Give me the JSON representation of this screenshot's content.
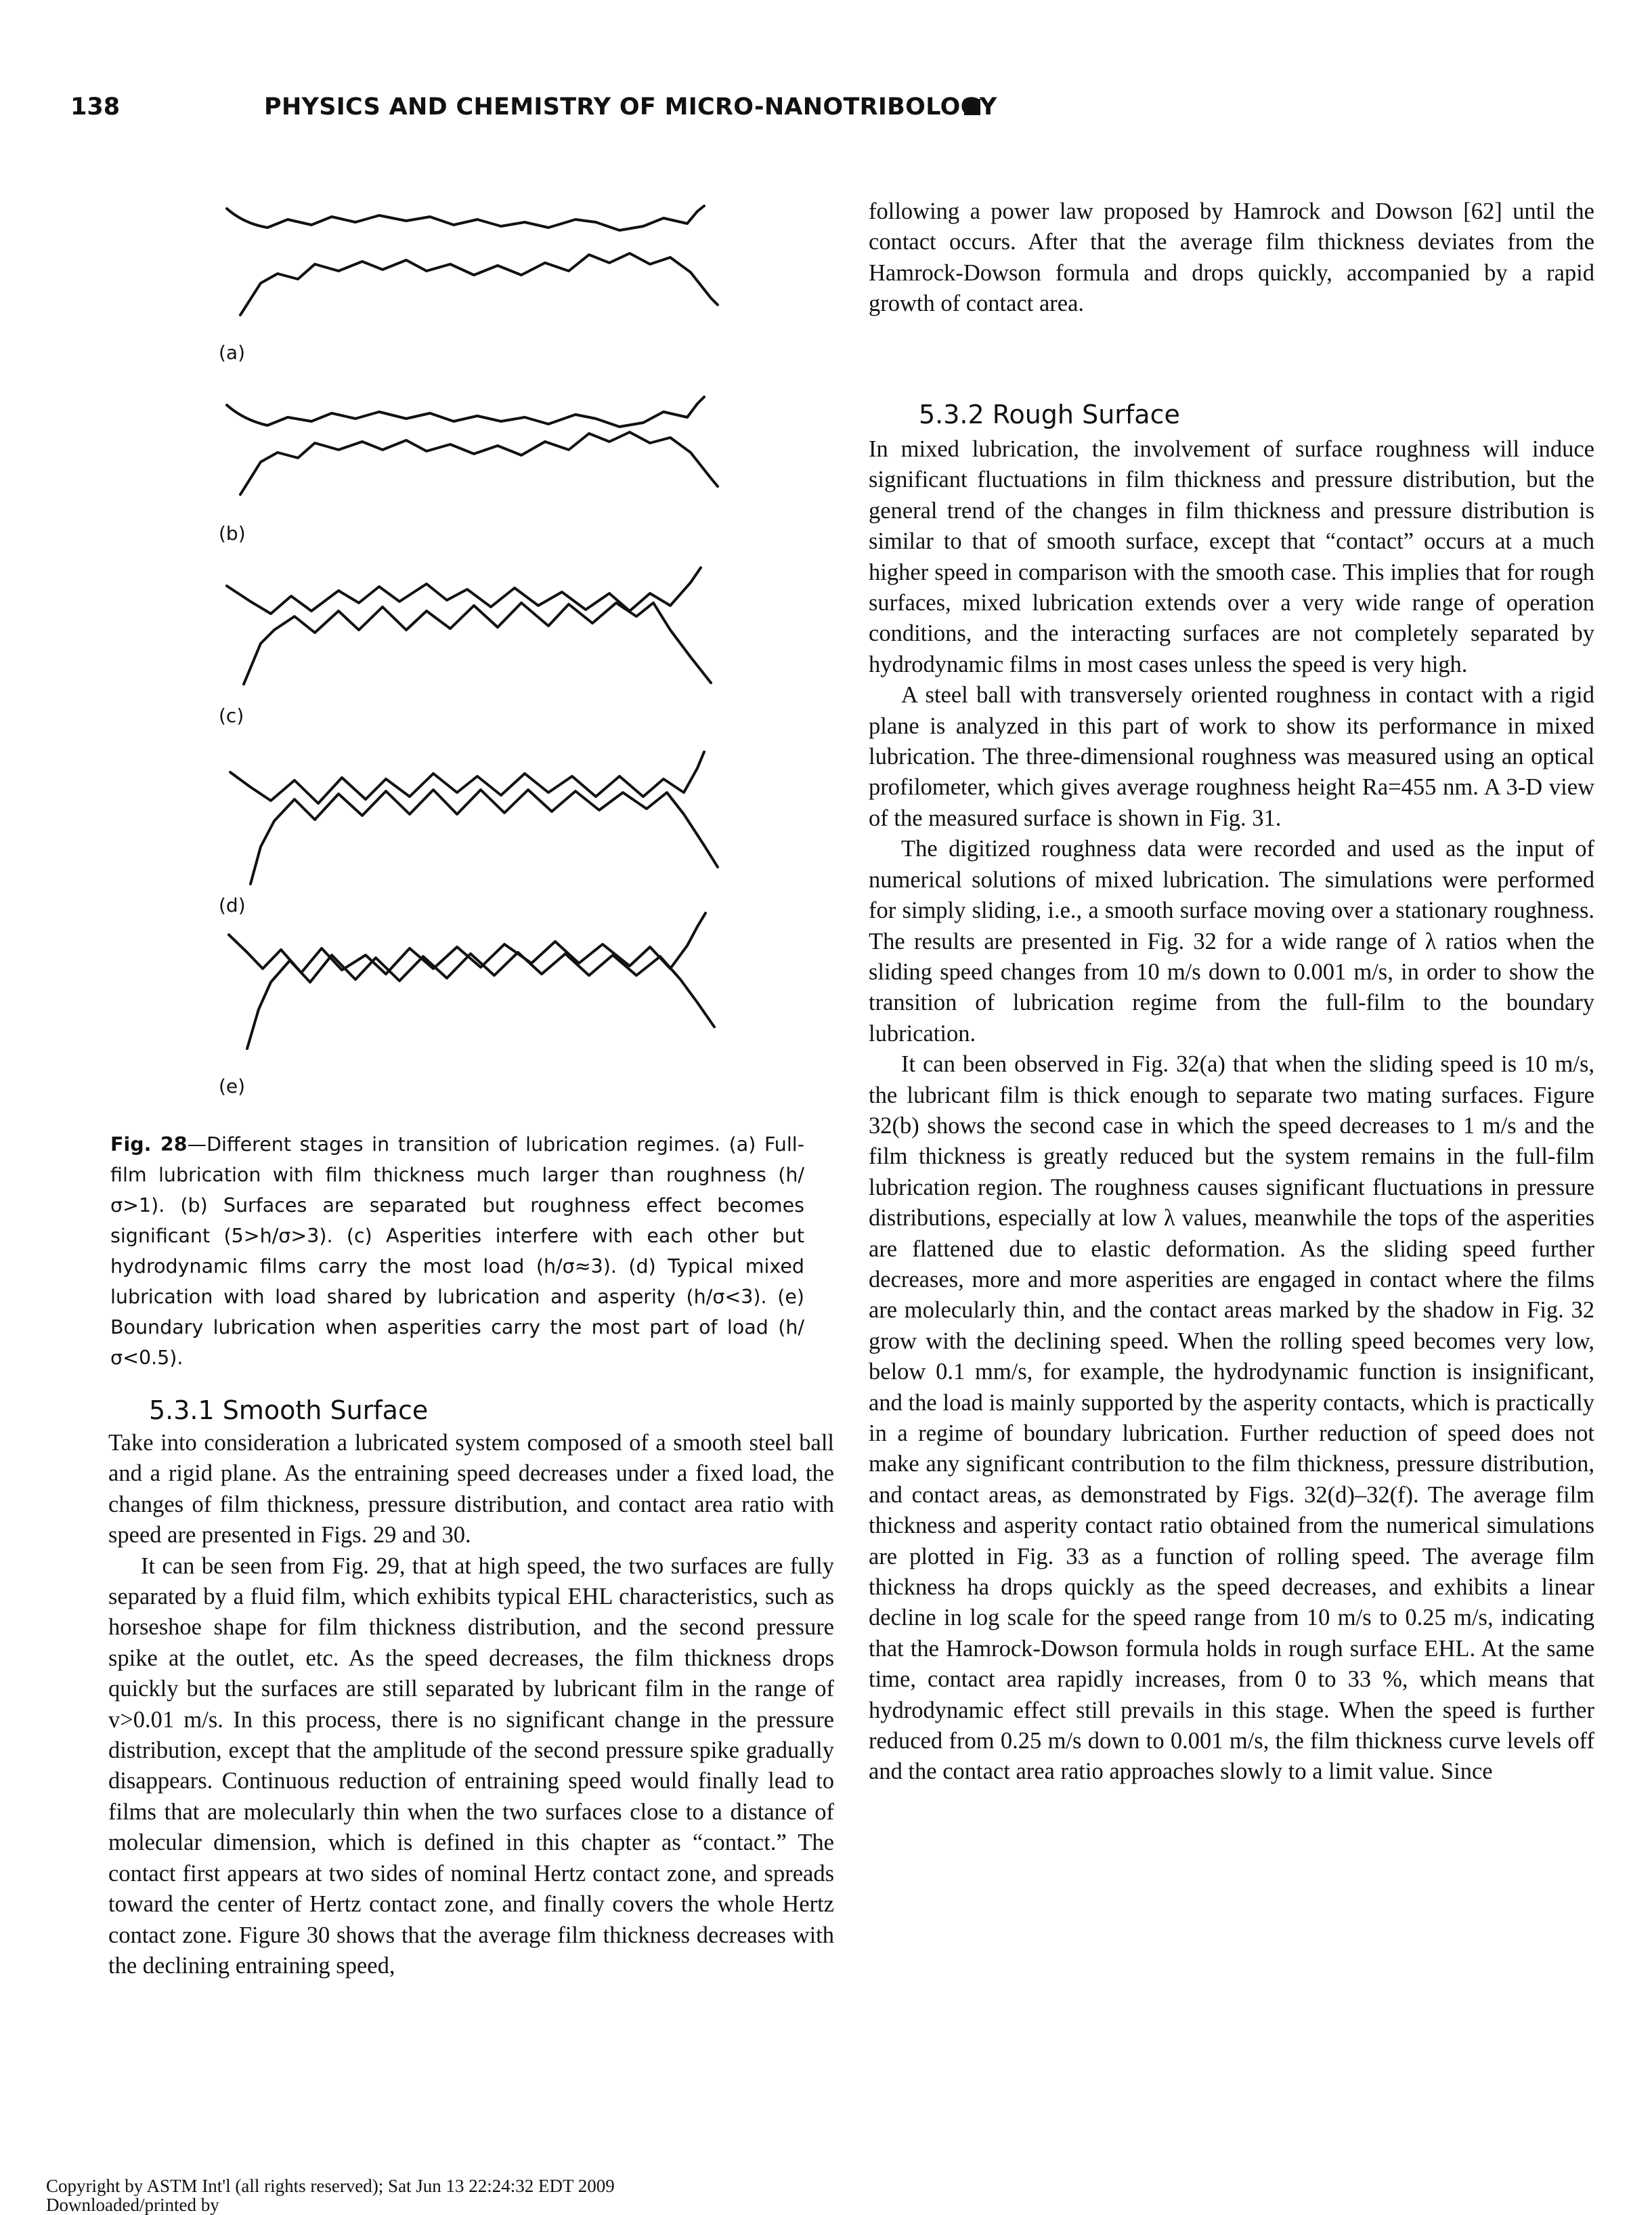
{
  "header": {
    "page_number": "138",
    "running_title": "PHYSICS AND CHEMISTRY OF MICRO-NANOTRIBOLOGY"
  },
  "figure": {
    "panels": [
      "(a)",
      "(b)",
      "(c)",
      "(d)",
      "(e)"
    ],
    "caption_label": "Fig. 28",
    "caption_text": "—Different stages in transition of lubrication regimes. (a) Full-film lubrication with film thickness much larger than roughness (h/σ>1). (b) Surfaces are separated but roughness effect becomes significant (5>h/σ>3). (c) Asperities interfere with each other but hydrodynamic films carry the most load (h/σ≈3). (d) Typical mixed lubrication with load shared by lubrication and asperity (h/σ<3). (e) Boundary lubrication when asperities carry the most part of load (h/σ<0.5)."
  },
  "left_column": {
    "section_title": "5.3.1 Smooth Surface",
    "paragraphs": [
      "Take into consideration a lubricated system composed of a smooth steel ball and a rigid plane. As the entraining speed decreases under a fixed load, the changes of film thickness, pressure distribution, and contact area ratio with speed are presented in Figs. 29 and 30.",
      "It can be seen from Fig. 29, that at high speed, the two surfaces are fully separated by a fluid film, which exhibits typical EHL characteristics, such as horseshoe shape for film thickness distribution, and the second pressure spike at the outlet, etc. As the speed decreases, the film thickness drops quickly but the surfaces are still separated by lubricant film in the range of v>0.01 m/s. In this process, there is no significant change in the pressure distribution, except that the amplitude of the second pressure spike gradually disappears. Continuous reduction of entraining speed would finally lead to films that are molecularly thin when the two surfaces close to a distance of molecular dimension, which is defined in this chapter as “contact.” The contact first appears at two sides of nominal Hertz contact zone, and spreads toward the center of Hertz contact zone, and finally covers the whole Hertz contact zone. Figure 30 shows that the average film thickness decreases with the declining entraining speed,"
    ]
  },
  "right_column": {
    "continuation": "following a power law proposed by Hamrock and Dowson [62] until the contact occurs. After that the average film thickness deviates from the Hamrock-Dowson formula and drops quickly, accompanied by a rapid growth of contact area.",
    "section_title": "5.3.2 Rough Surface",
    "paragraphs": [
      "In mixed lubrication, the involvement of surface roughness will induce significant fluctuations in film thickness and pressure distribution, but the general trend of the changes in film thickness and pressure distribution is similar to that of smooth surface, except that “contact” occurs at a much higher speed in comparison with the smooth case. This implies that for rough surfaces, mixed lubrication extends over a very wide range of operation conditions, and the interacting surfaces are not completely separated by hydrodynamic films in most cases unless the speed is very high.",
      "A steel ball with transversely oriented roughness in contact with a rigid plane is analyzed in this part of work to show its performance in mixed lubrication. The three-dimensional roughness was measured using an optical profilometer, which gives average roughness height Ra=455 nm. A 3-D view of the measured surface is shown in Fig. 31.",
      "The digitized roughness data were recorded and used as the input of numerical solutions of mixed lubrication. The simulations were performed for simply sliding, i.e., a smooth surface moving over a stationary roughness. The results are presented in Fig. 32 for a wide range of λ ratios when the sliding speed changes from 10 m/s down to 0.001 m/s, in order to show the transition of lubrication regime from the full-film to the boundary lubrication.",
      "It can been observed in Fig. 32(a) that when the sliding speed is 10 m/s, the lubricant film is thick enough to separate two mating surfaces. Figure 32(b) shows the second case in which the speed decreases to 1 m/s and the film thickness is greatly reduced but the system remains in the full-film lubrication region. The roughness causes significant fluctuations in pressure distributions, especially at low λ values, meanwhile the tops of the asperities are flattened due to elastic deformation. As the sliding speed further decreases, more and more asperities are engaged in contact where the films are molecularly thin, and the contact areas marked by the shadow in Fig. 32 grow with the declining speed. When the rolling speed becomes very low, below 0.1 mm/s, for example, the hydrodynamic function is insignificant, and the load is mainly supported by the asperity contacts, which is practically in a regime of boundary lubrication. Further reduction of speed does not make any significant contribution to the film thickness, pressure distribution, and contact areas, as demonstrated by Figs. 32(d)–32(f). The average film thickness and asperity contact ratio obtained from the numerical simulations are plotted in Fig. 33 as a function of rolling speed. The average film thickness ha drops quickly as the speed decreases, and exhibits a linear decline in log scale for the speed range from 10 m/s to 0.25 m/s, indicating that the Hamrock-Dowson formula holds in rough surface EHL. At the same time, contact area rapidly increases, from 0 to 33 %, which means that hydrodynamic effect still prevails in this stage. When the speed is further reduced from 0.25 m/s down to 0.001 m/s, the film thickness curve levels off and the contact area ratio approaches slowly to a limit value. Since"
    ]
  },
  "footer": {
    "line1": "Copyright by ASTM Int'l (all rights reserved); Sat Jun 13 22:24:32 EDT 2009",
    "line2": "Downloaded/printed by"
  }
}
